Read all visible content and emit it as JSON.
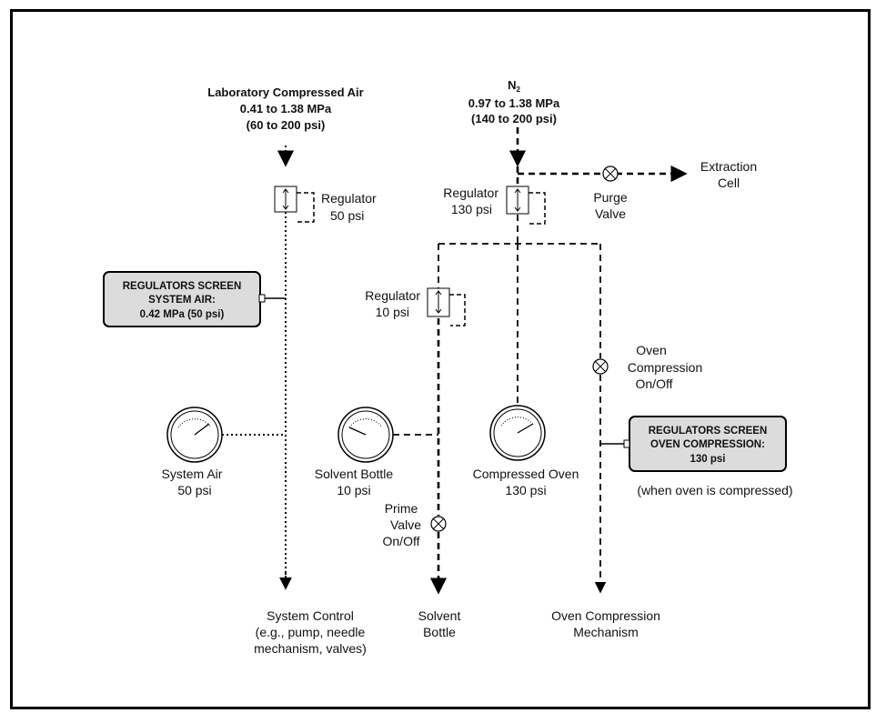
{
  "sources": {
    "air": {
      "line1": "Laboratory Compressed Air",
      "line2": "0.41 to 1.38 MPa",
      "line3": "(60 to 200 psi)"
    },
    "n2": {
      "gas": "N",
      "sub": "2",
      "line2": "0.97 to 1.38 MPa",
      "line3": "(140 to 200 psi)"
    }
  },
  "outputs": {
    "extraction": {
      "line1": "Extraction",
      "line2": "Cell"
    },
    "system_control": {
      "line1": "System Control",
      "line2": "(e.g., pump, needle",
      "line3": "mechanism, valves)"
    },
    "solvent_bottle": {
      "line1": "Solvent",
      "line2": "Bottle"
    },
    "oven_mech": {
      "line1": "Oven Compression",
      "line2": "Mechanism"
    }
  },
  "regulators": {
    "air": {
      "line1": "Regulator",
      "line2": "50 psi"
    },
    "n2": {
      "line1": "Regulator",
      "line2": "130 psi"
    },
    "solvent": {
      "line1": "Regulator",
      "line2": "10 psi"
    }
  },
  "valves": {
    "purge": {
      "line1": "Purge",
      "line2": "Valve"
    },
    "oven": {
      "line1": "Oven",
      "line2": "Compression",
      "line3": "On/Off"
    },
    "prime": {
      "line1": "Prime",
      "line2": "Valve",
      "line3": "On/Off"
    }
  },
  "gauges": {
    "system_air": {
      "line1": "System Air",
      "line2": "50 psi"
    },
    "solvent_bottle": {
      "line1": "Solvent Bottle",
      "line2": "10 psi"
    },
    "compressed_oven": {
      "line1": "Compressed Oven",
      "line2": "130 psi"
    }
  },
  "screens": {
    "system_air": {
      "line1": "REGULATORS SCREEN",
      "line2": "SYSTEM AIR:",
      "line3": "0.42 MPa (50 psi)"
    },
    "oven": {
      "line1": "REGULATORS SCREEN",
      "line2": "OVEN COMPRESSION:",
      "line3": "130 psi",
      "note": "(when oven is compressed)"
    }
  },
  "colors": {
    "screen_fill": "#dcdcdc",
    "line": "#000000"
  },
  "icons": {
    "valve": "circle-x-valve-icon",
    "gauge": "pressure-gauge-icon",
    "regulator": "regulator-icon",
    "arrow": "arrowhead-icon"
  }
}
